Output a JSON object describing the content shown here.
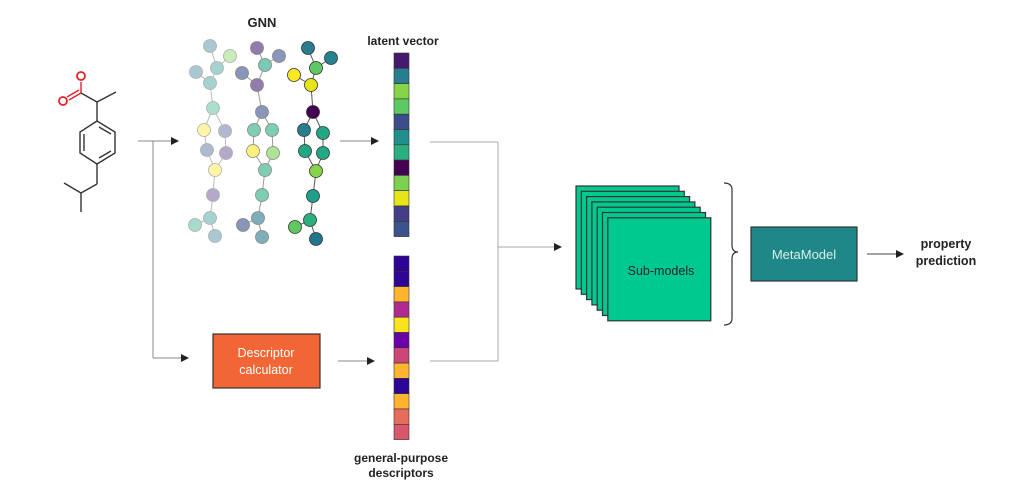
{
  "labels": {
    "gnn": "GNN",
    "latent_vector": "latent vector",
    "descriptors_line1": "general-purpose",
    "descriptors_line2": "descriptors",
    "descriptor_calc_line1": "Descriptor",
    "descriptor_calc_line2": "calculator",
    "submodels": "Sub-models",
    "metamodel": "MetaModel",
    "output_line1": "property",
    "output_line2": "prediction"
  },
  "colors": {
    "descriptor_calc_fill": "#f26535",
    "submodel_fill": "#00c990",
    "metamodel_fill": "#1f8785",
    "metamodel_text": "#d8f0ee",
    "oxygen": "#e8202a",
    "arrow": "#222222",
    "connector": "#aaaaaa"
  },
  "molecule": {
    "name": "ibuprofen",
    "oxygen_label": "O"
  },
  "latent_vector_cells": [
    "#46196e",
    "#287d8e",
    "#86d549",
    "#5ec962",
    "#3e4c8a",
    "#21908d",
    "#2ab07f",
    "#440154",
    "#7ad151",
    "#e7e419",
    "#433e85",
    "#3b528b"
  ],
  "descriptor_cells": [
    "#2d0594",
    "#2d0594",
    "#fdb42f",
    "#b12a90",
    "#f9e21e",
    "#6a00a8",
    "#cc4778",
    "#fdb42f",
    "#2d0594",
    "#fdb42f",
    "#e66c5c",
    "#d8576b"
  ],
  "gnn_graphs": [
    {
      "opacity": 0.4,
      "node_colors": [
        "#2a788e",
        "#7ad151",
        "#21918c",
        "#2a788e",
        "#21918c",
        "#2ab07f",
        "#fde725",
        "#3b528b",
        "#3b528b",
        "#482878",
        "#fde725",
        "#482878",
        "#21918c",
        "#22a884"
      ]
    },
    {
      "opacity": 0.6,
      "node_colors": [
        "#482878",
        "#3b528b",
        "#22a884",
        "#3b528b",
        "#482878",
        "#3b528b",
        "#2ab07f",
        "#2ab07f",
        "#fde725",
        "#7ad151",
        "#2ab07f",
        "#2ab07f",
        "#2a788e",
        "#3b528b",
        "#2a788e"
      ]
    },
    {
      "opacity": 1.0,
      "node_colors": [
        "#287d8e",
        "#26828e",
        "#5ec962",
        "#fde725",
        "#e7e419",
        "#440154",
        "#287d8e",
        "#22a884",
        "#22a884",
        "#22a884",
        "#86d549",
        "#1f9e89",
        "#2ab07f",
        "#5ec962",
        "#23758e"
      ]
    }
  ],
  "submodel_stack_count": 7
}
